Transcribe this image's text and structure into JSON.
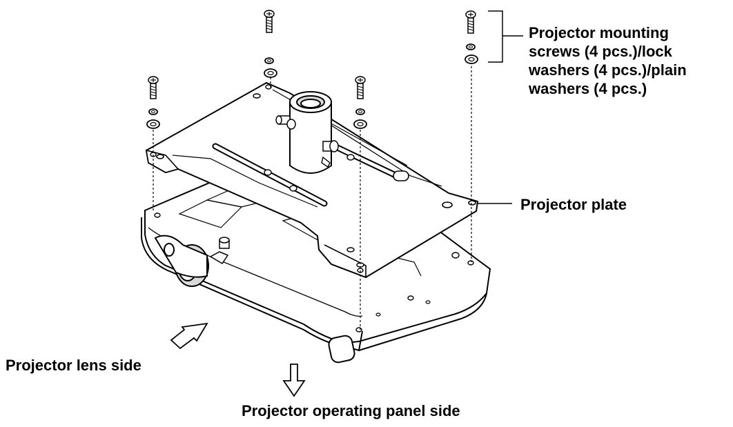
{
  "labels": {
    "screws": [
      "Projector mounting",
      "screws (4 pcs.)/lock",
      "washers (4 pcs.)/plain",
      "washers (4 pcs.)"
    ],
    "plate": "Projector plate",
    "lens_side": "Projector lens side",
    "panel_side": "Projector operating panel side"
  },
  "colors": {
    "line": "#000000",
    "background": "#ffffff",
    "shade": "#d9d9d9"
  }
}
